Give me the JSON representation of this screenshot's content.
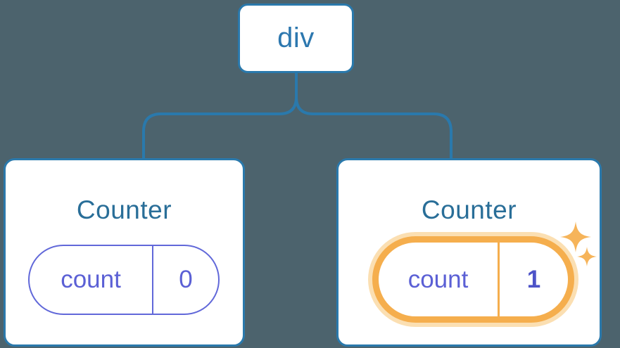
{
  "diagram": {
    "description": "Component tree with a div root and two Counter children holding count state",
    "root": {
      "label": "div"
    },
    "children": [
      {
        "title": "Counter",
        "state": {
          "name": "count",
          "value": "0"
        },
        "highlighted": false
      },
      {
        "title": "Counter",
        "state": {
          "name": "count",
          "value": "1"
        },
        "highlighted": true
      }
    ]
  },
  "icons": {
    "sparkle": "four-point-star"
  },
  "colors": {
    "background": "#4C636D",
    "node_border_blue": "#2A79AC",
    "root_label_blue": "#2D78AF",
    "title_blue": "#296E98",
    "state_purple": "#6168D9",
    "state_text_purple": "#5B60D5",
    "state_value_bold_purple": "#4D53C8",
    "highlight_orange": "#F5AE4D",
    "highlight_glow": "#FBDFB2",
    "sparkle_orange": "#F6B45A",
    "card_background": "#FFFFFF"
  }
}
